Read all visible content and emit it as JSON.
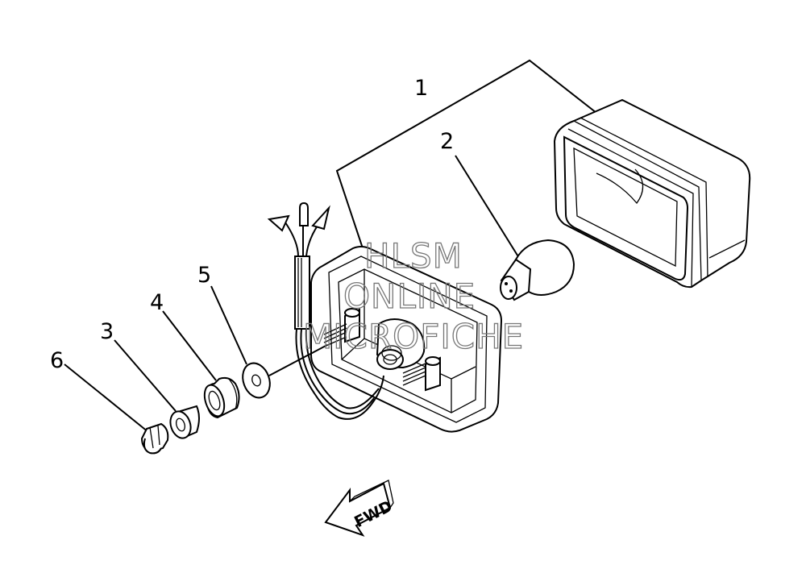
{
  "callouts": [
    "1",
    "2",
    "3",
    "4",
    "5",
    "6"
  ],
  "direction_badge": "FWD",
  "watermark": [
    "HLSM",
    "ONLINE",
    "MICROFICHE"
  ]
}
